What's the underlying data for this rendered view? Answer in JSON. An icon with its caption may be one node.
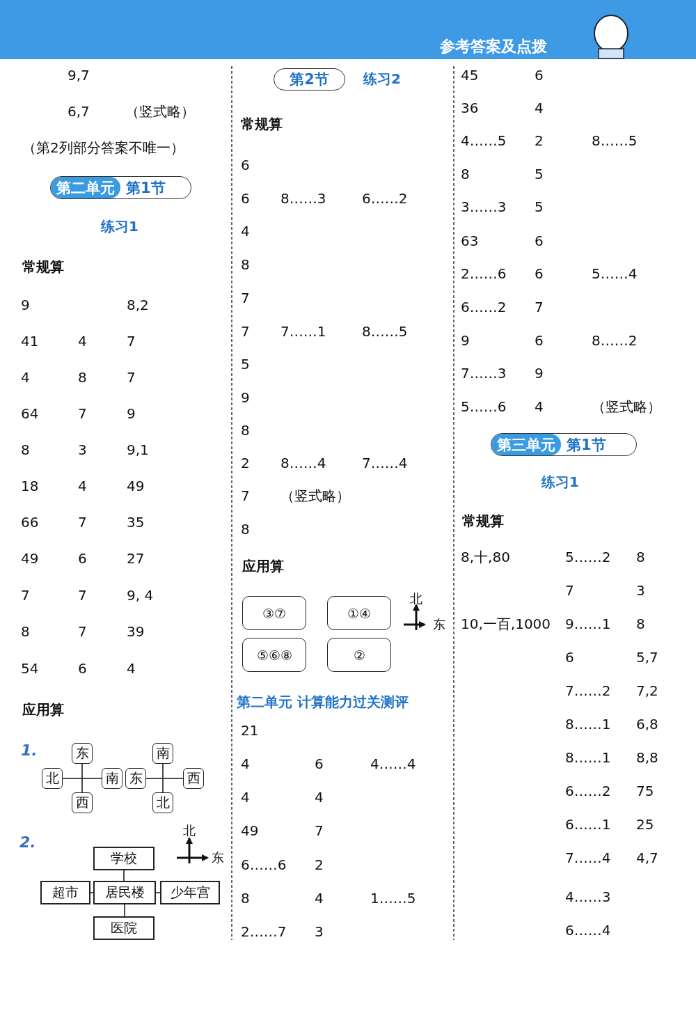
{
  "diagram": {
    "nodes": [
      {
        "text": [
          "第二单元",
          "第1节"
        ]
      },
      {
        "text": [
          "东"
        ]
      },
      {
        "text": [
          "北"
        ]
      },
      {
        "text": [
          "南"
        ]
      },
      {
        "text": [
          "西"
        ]
      },
      {
        "text": [
          "南"
        ]
      },
      {
        "text": [
          "东"
        ]
      },
      {
        "text": [
          "西"
        ]
      },
      {
        "text": [
          "北"
        ]
      },
      {
        "text": [
          "学校"
        ]
      },
      {
        "text": [
          "超市"
        ]
      },
      {
        "text": [
          "居民楼"
        ]
      },
      {
        "text": [
          "少年宫"
        ]
      },
      {
        "text": [
          "医院"
        ]
      },
      {
        "text": [
          "第2节"
        ]
      },
      {
        "text": [
          "③⑦"
        ]
      },
      {
        "text": [
          "①④"
        ]
      },
      {
        "text": [
          "⑤⑥⑧"
        ]
      },
      {
        "text": [
          "②"
        ]
      },
      {
        "text": [
          "第三单元",
          "第1节"
        ]
      }
    ],
    "edges": [
      {
        "from": 2,
        "to": 3,
        "arrow": "none"
      },
      {
        "from": 1,
        "to": 4,
        "arrow": "none"
      },
      {
        "from": 6,
        "to": 7,
        "arrow": "none"
      },
      {
        "from": 5,
        "to": 8,
        "arrow": "none"
      },
      {
        "from": 9,
        "to": 11,
        "arrow": "none"
      },
      {
        "from": 10,
        "to": 11,
        "arrow": "none"
      },
      {
        "from": 11,
        "to": 12,
        "arrow": "none"
      },
      {
        "from": 11,
        "to": 13,
        "arrow": "none"
      }
    ],
    "labels": [
      "参考答案及点拨",
      "9,7",
      "6,7",
      "（竖式略）",
      "（第2列部分答案不唯一）",
      "练习1",
      "常规算",
      "9",
      "8,2",
      "41",
      "4",
      "7",
      "4",
      "8",
      "7",
      "64",
      "7",
      "9",
      "8",
      "3",
      "9,1",
      "18",
      "4",
      "49",
      "66",
      "7",
      "35",
      "49",
      "6",
      "27",
      "7",
      "7",
      "9, 4",
      "8",
      "7",
      "39",
      "54",
      "6",
      "4",
      "应用算",
      "1.",
      "2.",
      "北",
      "东",
      "练习2",
      "常规算",
      "6",
      "6",
      "8……3",
      "6……2",
      "4",
      "8",
      "7",
      "7",
      "7……1",
      "8……5",
      "5",
      "9",
      "8",
      "2",
      "8……4",
      "7……4",
      "7",
      "（竖式略）",
      "8",
      "应用算",
      "北",
      "东",
      "第二单元 计算能力过关测评",
      "21",
      "4",
      "6",
      "4……4",
      "4",
      "4",
      "49",
      "7",
      "6……6",
      "2",
      "8",
      "4",
      "1……5",
      "2……7",
      "3",
      "45",
      "6",
      "36",
      "4",
      "4……5",
      "2",
      "8……5",
      "8",
      "5",
      "3……3",
      "5",
      "63",
      "6",
      "2……6",
      "6",
      "5……4",
      "6……2",
      "7",
      "9",
      "6",
      "8……2",
      "7……3",
      "9",
      "5……6",
      "4",
      "（竖式略）",
      "练习1",
      "常规算",
      "8,十,80",
      "5……2",
      "8",
      "7",
      "3",
      "10,一百,1000",
      "9……1",
      "8",
      "6",
      "5,7",
      "7……2",
      "7,2",
      "8……1",
      "6,8",
      "8……1",
      "8,8",
      "6……2",
      "75",
      "6……1",
      "25",
      "7……4",
      "4,7",
      "4……3",
      "6……4"
    ]
  }
}
